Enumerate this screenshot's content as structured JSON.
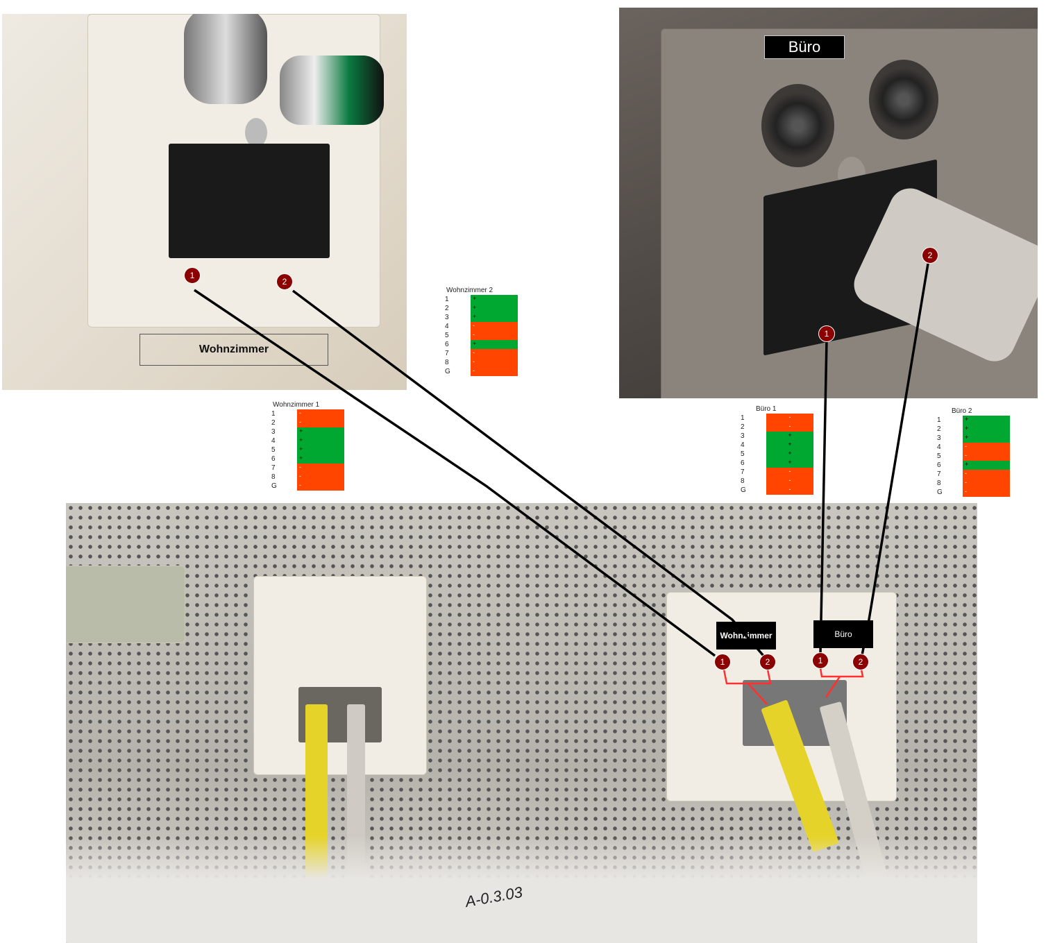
{
  "labels": {
    "wohnzimmer_photo": "Wohnzimmer",
    "buero_photo": "Büro",
    "wohnzimmer_panel": "Wohnzimmer",
    "buero_panel": "Büro"
  },
  "markers": {
    "one": "1",
    "two": "2"
  },
  "colors": {
    "plus": "#00a832",
    "minus": "#ff4500",
    "marker": "#8b0000"
  },
  "tables": [
    {
      "title": "Wohnzimmer 2",
      "rows": [
        [
          "1",
          "+"
        ],
        [
          "2",
          "+"
        ],
        [
          "3",
          "+"
        ],
        [
          "4",
          "-"
        ],
        [
          "5",
          "-"
        ],
        [
          "6",
          "+"
        ],
        [
          "7",
          "-"
        ],
        [
          "8",
          "-"
        ],
        [
          "G",
          "-"
        ]
      ]
    },
    {
      "title": "Wohnzimmer 1",
      "rows": [
        [
          "1",
          "-"
        ],
        [
          "2",
          "-"
        ],
        [
          "3",
          "+"
        ],
        [
          "4",
          "+"
        ],
        [
          "5",
          "+"
        ],
        [
          "6",
          "+"
        ],
        [
          "7",
          "-"
        ],
        [
          "8",
          "-"
        ],
        [
          "G",
          "-"
        ]
      ]
    },
    {
      "title": "Büro 1",
      "rows": [
        [
          "1",
          "-"
        ],
        [
          "2",
          "-"
        ],
        [
          "3",
          "+"
        ],
        [
          "4",
          "+"
        ],
        [
          "5",
          "+"
        ],
        [
          "6",
          "+"
        ],
        [
          "7",
          "-"
        ],
        [
          "8",
          "-"
        ],
        [
          "G",
          "-"
        ]
      ]
    },
    {
      "title": "Büro 2",
      "rows": [
        [
          "1",
          "+"
        ],
        [
          "2",
          "+"
        ],
        [
          "3",
          "+"
        ],
        [
          "4",
          "-"
        ],
        [
          "5",
          "-"
        ],
        [
          "6",
          "+"
        ],
        [
          "7",
          "-"
        ],
        [
          "8",
          "-"
        ],
        [
          "G",
          "-"
        ]
      ]
    }
  ],
  "cable_label": "A-0.3.03"
}
